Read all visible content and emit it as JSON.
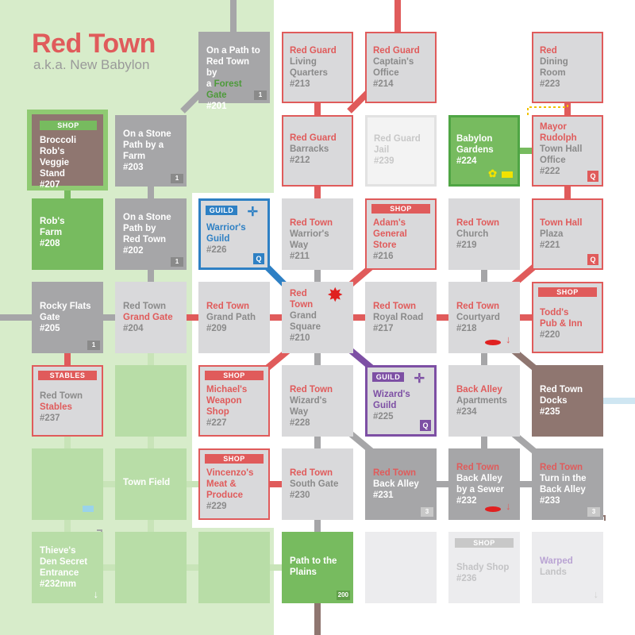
{
  "map": {
    "title": "Red Town",
    "subtitle": "a.k.a. New Babylon"
  },
  "tags": {
    "shop": "SHOP",
    "guild": "GUILD",
    "stables": "STABLES",
    "q": "Q"
  },
  "rooms": {
    "r201": {
      "l1": "On a Path to",
      "l2": "Red Town by",
      "l3a": "a ",
      "l3b": "Forest Gate",
      "num": "#201",
      "corner": "1"
    },
    "r213": {
      "l1": "Red Guard",
      "l2": "Living",
      "l3": "Quarters",
      "num": "#213"
    },
    "r214": {
      "l1": "Red Guard",
      "l2": "Captain's",
      "l3": "Office",
      "num": "#214"
    },
    "r223": {
      "l1": "Red",
      "l2": "Dining",
      "l3": "Room",
      "num": "#223"
    },
    "r207": {
      "l1": "Broccoli",
      "l2": "Rob's Veggie",
      "l3": "Stand",
      "num": "#207"
    },
    "r203": {
      "l1": "On a Stone",
      "l2": "Path by a",
      "l3": "Farm",
      "num": "#203",
      "corner": "1"
    },
    "r212": {
      "l1": "Red Guard",
      "l2": "Barracks",
      "num": "#212"
    },
    "r239": {
      "l1": "Red Guard",
      "l2": "Jail",
      "num": "#239"
    },
    "r224": {
      "l1": "Babylon",
      "l2": "Gardens",
      "num": "#224"
    },
    "r222": {
      "l1": "Mayor",
      "l2": "Rudolph",
      "l3": "Town Hall",
      "l4": "Office",
      "num": "#222"
    },
    "r208": {
      "l1": "Rob's",
      "l2": "Farm",
      "num": "#208"
    },
    "r202": {
      "l1": "On a Stone",
      "l2": "Path by",
      "l3": "Red Town",
      "num": "#202",
      "corner": "1"
    },
    "r226": {
      "l1": "Warrior's",
      "l2": "Guild",
      "num": "#226"
    },
    "r211": {
      "l1": "Red Town",
      "l2": "Warrior's Way",
      "num": "#211"
    },
    "r216": {
      "l1": "Adam's",
      "l2": "General",
      "l3": "Store",
      "num": "#216"
    },
    "r219": {
      "l1": "Red Town",
      "l2": "Church",
      "num": "#219"
    },
    "r221": {
      "l1": "Town Hall",
      "l2": "Plaza",
      "num": "#221"
    },
    "r205": {
      "l1": "Rocky Flats",
      "l2": "Gate",
      "num": "#205",
      "corner": "1"
    },
    "r204": {
      "l1": "Red Town",
      "l2": "Grand Gate",
      "num": "#204"
    },
    "r209": {
      "l1": "Red Town",
      "l2": "Grand Path",
      "num": "#209"
    },
    "r210": {
      "l1": "Red",
      "l2": "Town",
      "l3": "Grand",
      "l4": "Square",
      "num": "#210"
    },
    "r217": {
      "l1": "Red Town",
      "l2": "Royal Road",
      "num": "#217"
    },
    "r218": {
      "l1": "Red Town",
      "l2": "Courtyard",
      "num": "#218"
    },
    "r220": {
      "l1": "Todd's",
      "l2": "Pub & Inn",
      "num": "#220"
    },
    "r237": {
      "l1": "Red Town",
      "l2": "Stables",
      "num": "#237"
    },
    "r227": {
      "l1": "Michael's",
      "l2": "Weapon",
      "l3": "Shop",
      "num": "#227"
    },
    "r228": {
      "l1": "Red Town",
      "l2": "Wizard's Way",
      "num": "#228"
    },
    "r225": {
      "l1": "Wizard's",
      "l2": "Guild",
      "num": "#225"
    },
    "r234": {
      "l1": "Back Alley",
      "l2": "Apartments",
      "num": "#234"
    },
    "r235": {
      "l1": "Red Town",
      "l2": "Docks",
      "num": "#235"
    },
    "townfield": {
      "l1": "Town Field"
    },
    "r229": {
      "l1": "Vincenzo's",
      "l2": "Meat &",
      "l3": "Produce",
      "num": "#229"
    },
    "r230": {
      "l1": "Red Town",
      "l2": "South Gate",
      "num": "#230"
    },
    "r231": {
      "l1": "Red Town",
      "l2": "Back Alley",
      "num": "#231",
      "corner": "3"
    },
    "r232": {
      "l1": "Red Town",
      "l2": "Back Alley",
      "l3": "by a Sewer",
      "num": "#232"
    },
    "r233": {
      "l1": "Red Town",
      "l2": "Turn in the",
      "l3": "Back Alley",
      "num": "#233",
      "corner": "3"
    },
    "r232mm": {
      "l1": "Thieve's",
      "l2": "Den Secret",
      "l3": "Entrance",
      "num": "#232mm"
    },
    "plains": {
      "l1": "Path to the",
      "l2": "Plains",
      "corner": "200"
    },
    "r236": {
      "l1": "Shady Shop",
      "num": "#236"
    },
    "warped": {
      "l1": "Warped",
      "l2": "Lands"
    }
  },
  "colors": {
    "red": "#e05b5b",
    "green_zone": "#d7ecca",
    "room_grey": "#d9d9db",
    "guild_blue": "#2e80c4",
    "guild_purple": "#7d4fa4",
    "brown": "#8f7670"
  },
  "icons": [
    "compass-star-icon",
    "red-star-icon",
    "flower-icon",
    "lego-brick-icon",
    "down-arrow-icon",
    "sewer-hole-icon"
  ]
}
